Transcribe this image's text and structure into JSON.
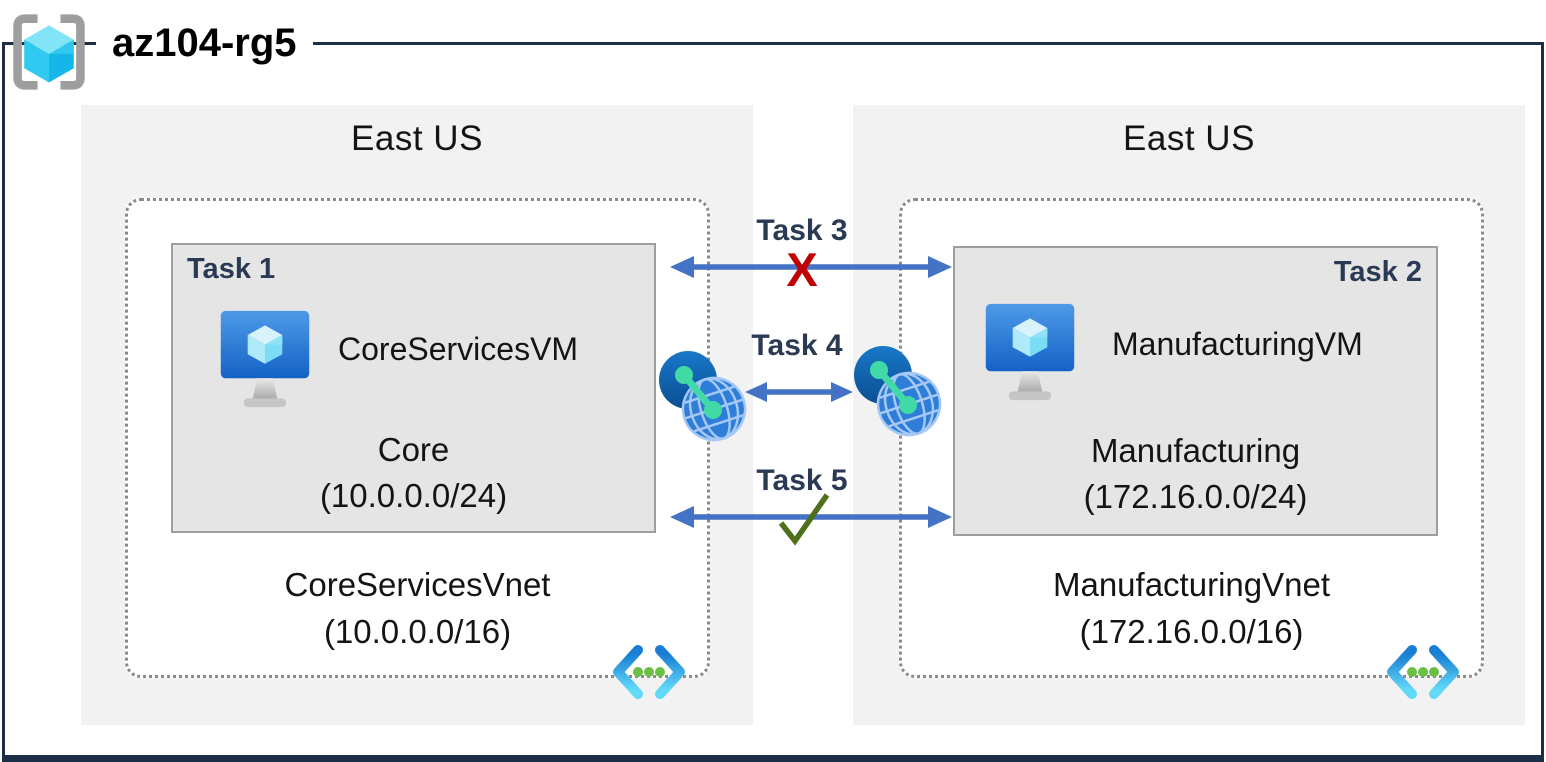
{
  "header": {
    "title": "az104-rg5",
    "icon": "resource-group-icon"
  },
  "regions": [
    {
      "location": "East US",
      "vnet": {
        "name": "CoreServicesVnet",
        "cidr": "(10.0.0.0/16)",
        "icon": "virtual-network-icon",
        "subnet": {
          "task_label": "Task 1",
          "vm_name": "CoreServicesVM",
          "vm_icon": "virtual-machine-icon",
          "name": "Core",
          "cidr": "(10.0.0.0/24)"
        }
      }
    },
    {
      "location": "East US",
      "vnet": {
        "name": "ManufacturingVnet",
        "cidr": "(172.16.0.0/16)",
        "icon": "virtual-network-icon",
        "subnet": {
          "task_label": "Task 2",
          "vm_name": "ManufacturingVM",
          "vm_icon": "virtual-machine-icon",
          "name": "Manufacturing",
          "cidr": "(172.16.0.0/24)"
        }
      }
    }
  ],
  "connections": [
    {
      "label": "Task 3",
      "status": "blocked",
      "glyph": "X",
      "glyph_icon": "x-mark-icon"
    },
    {
      "label": "Task 4",
      "status": "peering",
      "endpoint_icon": "vnet-peering-icon"
    },
    {
      "label": "Task 5",
      "status": "allowed",
      "glyph_icon": "check-mark-icon"
    }
  ],
  "colors": {
    "frame": "#1d2e47",
    "arrow": "#4472c4",
    "task_label": "#2b3a54",
    "x_mark": "#c00000",
    "check_mark": "#4e701d",
    "region_fill": "#f2f2f2",
    "subnet_fill": "#e5e5e5",
    "vnet_dotted_border": "#8a8a8a"
  }
}
